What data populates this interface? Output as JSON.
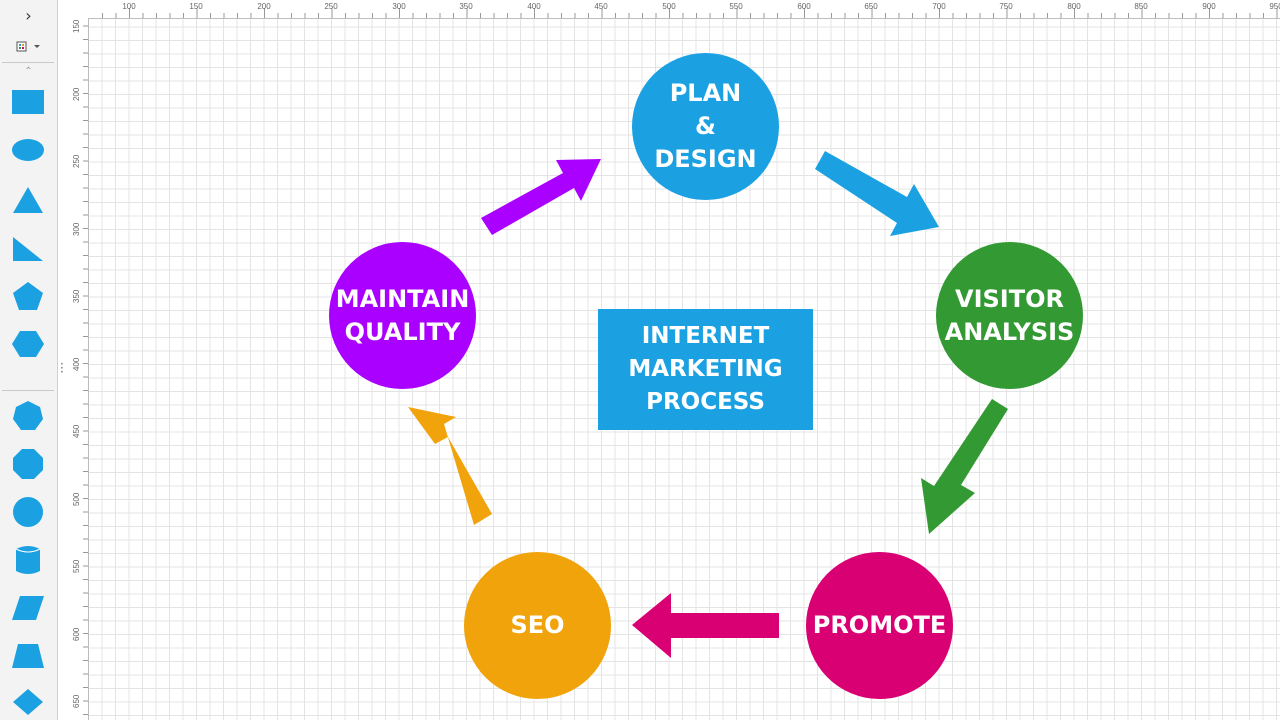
{
  "ruler": {
    "horizontal": [
      "100",
      "150",
      "200",
      "250",
      "300",
      "350",
      "400",
      "450",
      "500",
      "550",
      "600",
      "650",
      "700",
      "750",
      "800",
      "850",
      "900",
      "950"
    ],
    "vertical": [
      "150",
      "200",
      "250",
      "300",
      "350",
      "400",
      "450",
      "500",
      "550",
      "600",
      "650"
    ]
  },
  "palette": {
    "expand_icon": "chevron-right-icon",
    "library_icon": "shape-library-icon",
    "scroll_up_icon": "chevron-up-icon",
    "shapes": [
      "rectangle",
      "ellipse",
      "triangle",
      "right-triangle",
      "pentagon",
      "hexagon",
      "heptagon",
      "octagon",
      "decagon",
      "cylinder",
      "parallelogram",
      "trapezoid",
      "diamond"
    ],
    "shape_color": "#1ba1e2"
  },
  "diagram": {
    "center_label": "INTERNET\nMARKETING\nPROCESS",
    "center_color": "#1ba1e2",
    "steps": [
      {
        "id": "plan",
        "label": "PLAN\n&\nDESIGN",
        "color": "#1ba1e2"
      },
      {
        "id": "visitor",
        "label": "VISITOR\nANALYSIS",
        "color": "#339933"
      },
      {
        "id": "promote",
        "label": "PROMOTE",
        "color": "#d80073"
      },
      {
        "id": "seo",
        "label": "SEO",
        "color": "#f0a30a"
      },
      {
        "id": "maintain",
        "label": "MAINTAIN\nQUALITY",
        "color": "#aa00ff"
      }
    ]
  }
}
